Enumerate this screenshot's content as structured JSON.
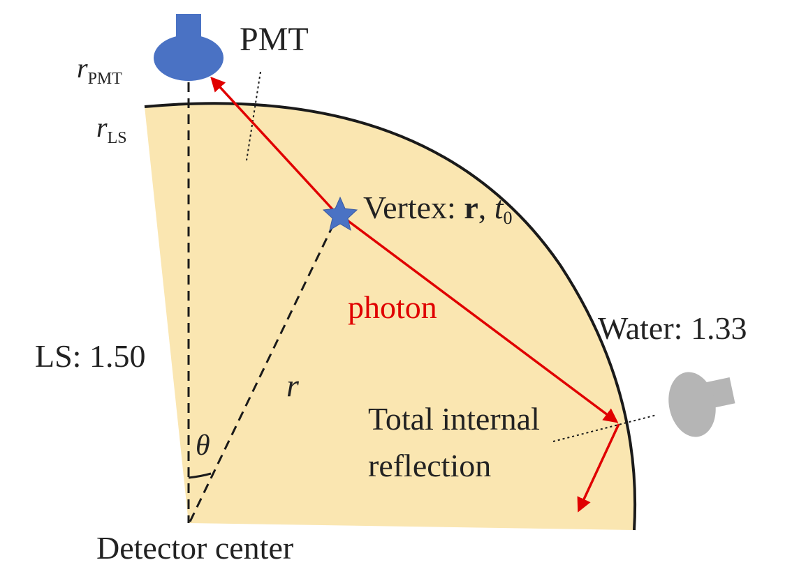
{
  "labels": {
    "pmt": "PMT",
    "r_pmt_var": "r",
    "r_pmt_sub": "PMT",
    "r_ls_var": "r",
    "r_ls_sub": "LS",
    "vertex_prefix": "Vertex: ",
    "vertex_r": "r",
    "vertex_sep": ", ",
    "vertex_t": "t",
    "vertex_t_sub": "0",
    "photon": "photon",
    "water": "Water: 1.33",
    "ls": "LS: 1.50",
    "r": "r",
    "theta": "θ",
    "tir_line1": "Total internal",
    "tir_line2": "reflection",
    "detector_center": "Detector center"
  },
  "colors": {
    "ls_fill": "#fae6b1",
    "boundary": "#1a1a1a",
    "photon": "#e00000",
    "pmt_primary": "#4a72c4",
    "pmt_secondary": "#b5b5b5",
    "vertex_star": "#4a72c4",
    "text": "#222222"
  },
  "icons": {
    "pmt_top": "pmt-icon",
    "pmt_right": "pmt-icon-gray",
    "vertex": "star-icon"
  }
}
